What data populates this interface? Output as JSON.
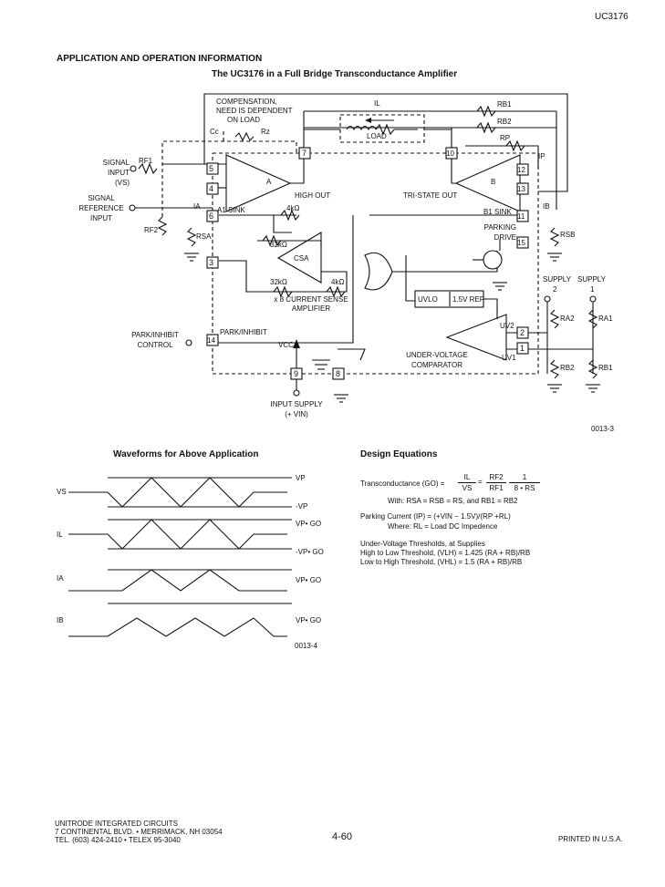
{
  "header": {
    "part_number": "UC3176"
  },
  "section_title": "APPLICATION AND OPERATION INFORMATION",
  "figure1": {
    "title": "The UC3176 in a Full Bridge Transconductance Amplifier",
    "figure_id": "0013-3",
    "labels": {
      "compensation": [
        "COMPENSATION,",
        "NEED IS DEPENDENT",
        "ON LOAD"
      ],
      "cc": "Cc",
      "rz": "Rz",
      "il": "IL",
      "load": "LOAD",
      "rb1": "RB1",
      "rb2": "RB2",
      "rp": "RP",
      "ip": "IP",
      "signal_input": [
        "SIGNAL",
        "INPUT",
        "(VS)"
      ],
      "rf1": "RF1",
      "signal_reference": [
        "SIGNAL",
        "REFERENCE",
        "INPUT"
      ],
      "rf2": "RF2",
      "rsa": "RSA",
      "rsb": "RSB",
      "ia": "IA",
      "ib": "IB",
      "a1_sink": "A1 SINK",
      "b1_sink": "B1 SINK",
      "amp_a": "A",
      "amp_b": "B",
      "csa": "CSA",
      "high_out": "HIGH OUT",
      "tri_state_out": "TRI-STATE OUT",
      "r4k_top": "4kΩ",
      "r32k_top": "32kΩ",
      "r32k_bottom": "32kΩ",
      "r4k_bottom": "4kΩ",
      "current_sense": [
        "x 8 CURRENT SENSE",
        "AMPLIFIER"
      ],
      "parking_drive": [
        "PARKING",
        "DRIVE"
      ],
      "uvlo": "UVLO",
      "ref": "1.5V REF",
      "park_inhibit_control": [
        "PARK/INHIBIT",
        "CONTROL"
      ],
      "park_inhibit_pin": "PARK/INHIBIT",
      "vcc": "VCC",
      "undervoltage": [
        "UNDER-VOLTAGE",
        "COMPARATOR"
      ],
      "uv1": "UV1",
      "uv2": "UV2",
      "supply_labels": [
        "SUPPLY",
        "SUPPLY"
      ],
      "supply_numbers": [
        "2",
        "1"
      ],
      "ra2": "RA2",
      "ra1": "RA1",
      "rb2_lower": "RB2",
      "rb1_lower": "RB1",
      "input_supply": [
        "INPUT SUPPLY",
        "(+ VIN)"
      ],
      "pins": [
        "5",
        "4",
        "6",
        "3",
        "14",
        "7",
        "10",
        "12",
        "13",
        "11",
        "15",
        "2",
        "1",
        "9",
        "8"
      ]
    }
  },
  "figure2": {
    "title": "Waveforms for Above Application",
    "figure_id": "0013-4",
    "rows": [
      {
        "name": "VS",
        "labels": [
          "VP",
          "-VP"
        ]
      },
      {
        "name": "IL",
        "labels": [
          "VP• GO",
          "-VP• GO"
        ]
      },
      {
        "name": "IA",
        "labels": [
          "VP• GO"
        ]
      },
      {
        "name": "IB",
        "labels": [
          "VP• GO"
        ]
      }
    ]
  },
  "design_equations": {
    "title": "Design Equations",
    "transconductance_label": "Transconductance (GO) =",
    "frac1": {
      "num": "IL",
      "den": "VS"
    },
    "frac2": {
      "num": "RF2",
      "den": "RF1"
    },
    "frac3": {
      "num": "1",
      "den": "8 • RS"
    },
    "with_line": "With: RSA = RSB = RS, and RB1 = RB2",
    "parking_current": "Parking Current (IP) = (+VIN − 1.5V)/(RP +RL)",
    "where_line": "Where: RL = Load DC Impedence",
    "uv_lines": [
      "Under-Voltage Thresholds, at Supplies",
      "High to Low Threshold, (VLH) = 1.425 (RA + RB)/RB",
      "Low to High Threshold, (VHL) = 1.5 (RA + RB)/RB"
    ]
  },
  "footer": {
    "company": [
      "UNITRODE INTEGRATED CIRCUITS",
      "7 CONTINENTAL BLVD. • MERRIMACK, NH 03054",
      "TEL. (603) 424-2410 • TELEX 95-3040"
    ],
    "page_number": "4-60",
    "printed": "PRINTED IN U.S.A."
  }
}
